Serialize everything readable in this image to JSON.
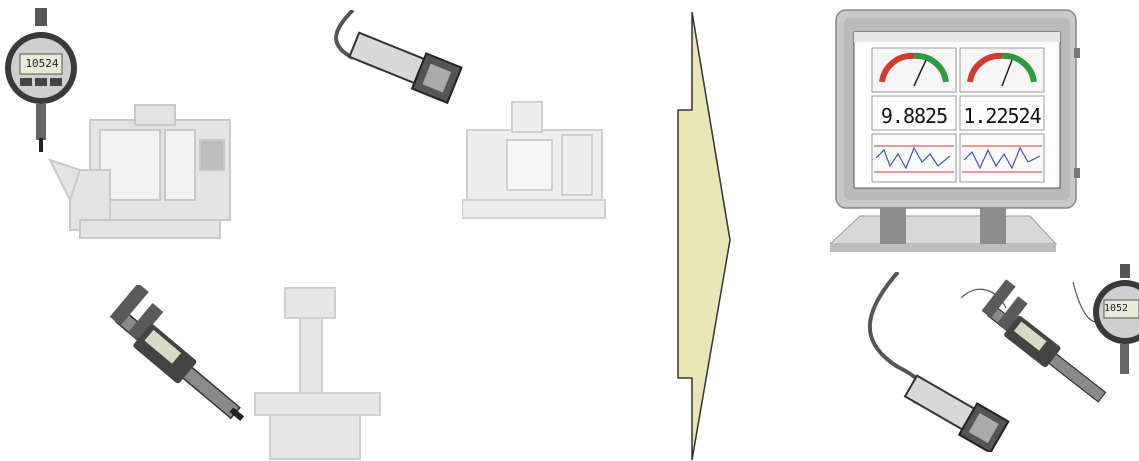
{
  "left_indicator": {
    "reading": "10524"
  },
  "right_indicator": {
    "reading": "1052"
  },
  "monitor": {
    "left_reading": "9.8825",
    "right_reading": "1.22524"
  },
  "colors": {
    "arrow_fill": "#e8e6b4",
    "arrow_stroke": "#333333",
    "faded_machine": "#d6d6d6",
    "monitor_bezel": "#c9c9c9",
    "screen_bg": "#ffffff",
    "gauge_red": "#d23a2f",
    "gauge_green": "#2f9a3f",
    "tool_dark": "#4a4a4a"
  }
}
